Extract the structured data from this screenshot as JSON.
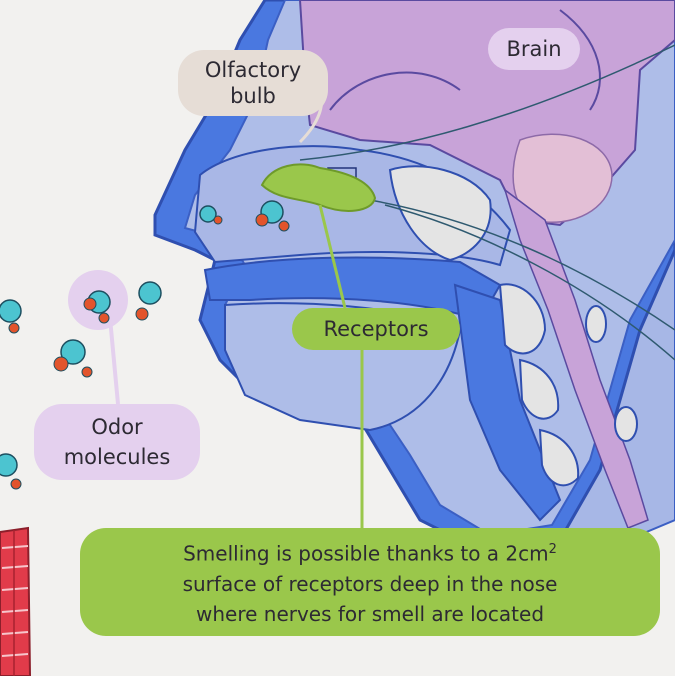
{
  "labels": {
    "brain": "Brain",
    "olfactory_bulb_line1": "Olfactory",
    "olfactory_bulb_line2": "bulb",
    "receptors": "Receptors",
    "odor_line1": "Odor",
    "odor_line2": "molecules"
  },
  "caption": {
    "line1_prefix": "Smelling is possible thanks to a 2cm",
    "line1_sup": "2",
    "line2": "surface of receptors deep in the nose",
    "line3": "where nerves for smell are located"
  },
  "colors": {
    "background": "#f2f1ef",
    "tissue_blue": "#4a78e0",
    "tissue_light": "#aebde8",
    "brain_purple": "#c8a3d8",
    "bone": "#e4e4e4",
    "receptor_green": "#9ac74b",
    "molecule_cyan": "#4cc4d0",
    "molecule_red": "#e2542c",
    "scarf_red": "#e13b4a"
  }
}
